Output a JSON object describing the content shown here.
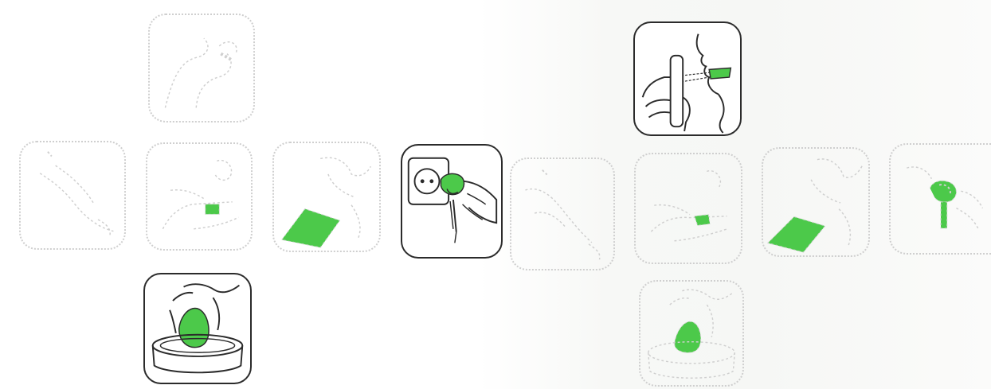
{
  "colors": {
    "accent_green": "#4cc94a",
    "active_border": "#2b2b2b",
    "inactive_border": "#cfcfcf",
    "background": "#ffffff"
  },
  "steps_left": [
    {
      "id": "L-top",
      "icon": "nose-hand-icon",
      "state": "inactive"
    },
    {
      "id": "L-1",
      "icon": "hand-pointer-icon",
      "state": "inactive"
    },
    {
      "id": "L-2",
      "icon": "hand-clip-icon",
      "state": "inactive"
    },
    {
      "id": "L-3",
      "icon": "pad-icon",
      "state": "inactive"
    },
    {
      "id": "L-4",
      "icon": "unplug-socket-icon",
      "state": "active"
    },
    {
      "id": "L-bottom",
      "icon": "dip-in-dish-icon",
      "state": "active"
    }
  ],
  "steps_right": [
    {
      "id": "R-top",
      "icon": "nose-inhaler-icon",
      "state": "active"
    },
    {
      "id": "R-1",
      "icon": "hand-pointer-icon",
      "state": "inactive"
    },
    {
      "id": "R-2",
      "icon": "hand-clip-icon",
      "state": "inactive"
    },
    {
      "id": "R-3",
      "icon": "pad-icon",
      "state": "inactive"
    },
    {
      "id": "R-4",
      "icon": "plug-icon",
      "state": "inactive"
    },
    {
      "id": "R-bottom",
      "icon": "dip-in-dish-icon",
      "state": "inactive"
    }
  ]
}
